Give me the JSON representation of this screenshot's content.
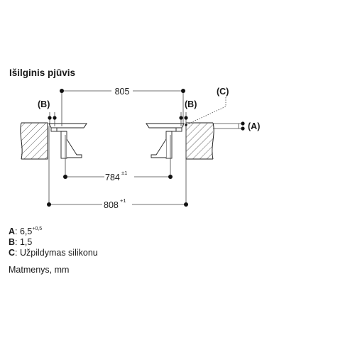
{
  "title": "Išilginis pjūvis",
  "dimensions": {
    "top": "805",
    "inner": "784",
    "inner_tol": "±1",
    "outer": "808",
    "outer_tol": "+1"
  },
  "callouts": {
    "A": "(A)",
    "B": "(B)",
    "C": "(C)"
  },
  "legend": [
    {
      "key": "A",
      "sep": ": ",
      "value": "6,5",
      "sup": "+0,5"
    },
    {
      "key": "B",
      "sep": ": ",
      "value": "1,5",
      "sup": ""
    },
    {
      "key": "C",
      "sep": ": ",
      "value": "Užpildymas silikonu",
      "sup": ""
    }
  ],
  "units": "Matmenys, mm"
}
